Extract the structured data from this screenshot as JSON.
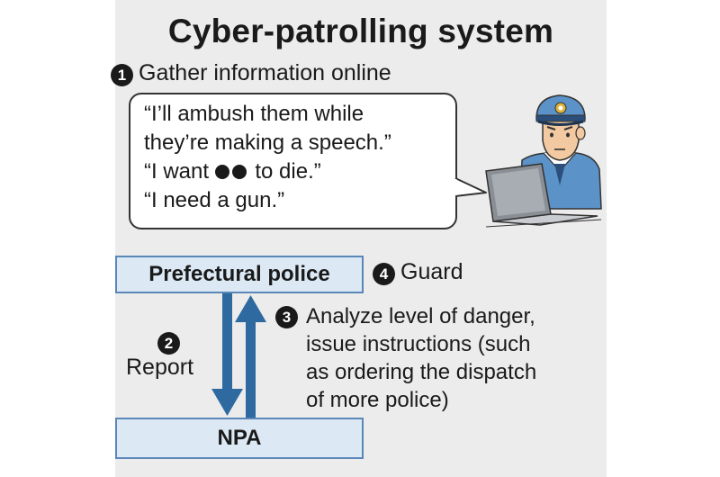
{
  "title": "Cyber-patrolling system",
  "steps": {
    "one": {
      "number": "1",
      "label": "Gather information online"
    },
    "two": {
      "number": "2",
      "label": "Report"
    },
    "three": {
      "number": "3",
      "lines": [
        "Analyze level of danger,",
        "issue instructions (such",
        "as ordering the dispatch",
        "of more police)"
      ]
    },
    "four": {
      "number": "4",
      "label": "Guard"
    }
  },
  "bubble": {
    "lines": [
      "“I’ll ambush them while",
      "they’re making a speech.”"
    ],
    "line3_start": "“I want ",
    "line3_end": " to die.”",
    "line4": "“I need a gun.”"
  },
  "boxes": {
    "prefectural": "Prefectural police",
    "npa": "NPA"
  },
  "colors": {
    "box_fill": "#dce9f5",
    "box_border": "#5a87b8",
    "arrow": "#2e6aa0",
    "panel": "#ececec"
  },
  "icons": {
    "officer": "police-officer-with-laptop"
  }
}
